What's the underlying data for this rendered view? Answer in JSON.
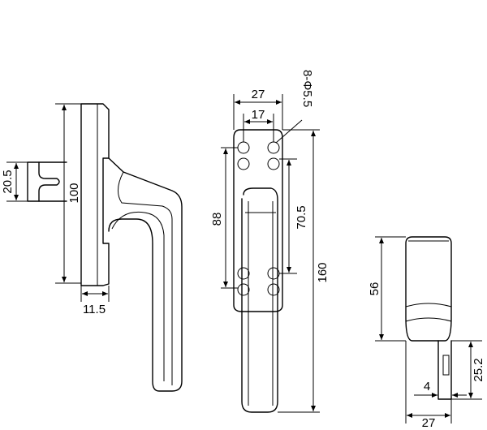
{
  "dimensions": {
    "side_height": "100",
    "side_slot": "20.5",
    "side_thickness": "11.5",
    "front_width": "27",
    "front_inner": "17",
    "holes": "8-Φ5.5",
    "front_spacing": "88",
    "front_grip": "70.5",
    "front_total": "160",
    "right_height": "56",
    "right_width": "27",
    "right_tab": "4",
    "right_tab_height": "25.2"
  }
}
